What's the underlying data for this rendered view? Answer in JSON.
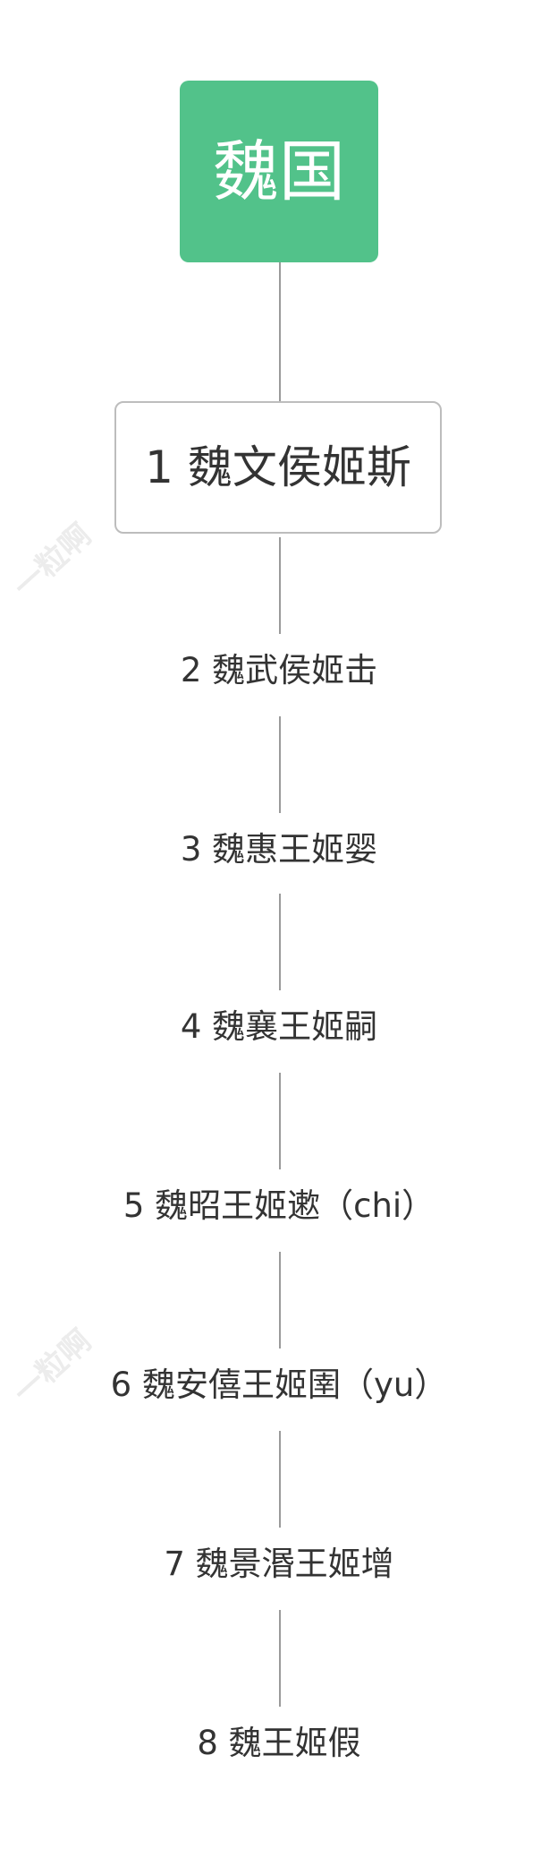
{
  "root": {
    "label": "魏国",
    "color": "#52c28a"
  },
  "children": [
    {
      "label": "1 魏文侯姬斯"
    },
    {
      "label": "2 魏武侯姬击"
    },
    {
      "label": "3 魏惠王姬婴"
    },
    {
      "label": "4 魏襄王姬嗣"
    },
    {
      "label": "5 魏昭王姬遬（chi）"
    },
    {
      "label": "6 魏安僖王姬圉（yu）"
    },
    {
      "label": "7 魏景湣王姬增"
    },
    {
      "label": "8 魏王姬假"
    }
  ],
  "watermark": "一粒啊"
}
